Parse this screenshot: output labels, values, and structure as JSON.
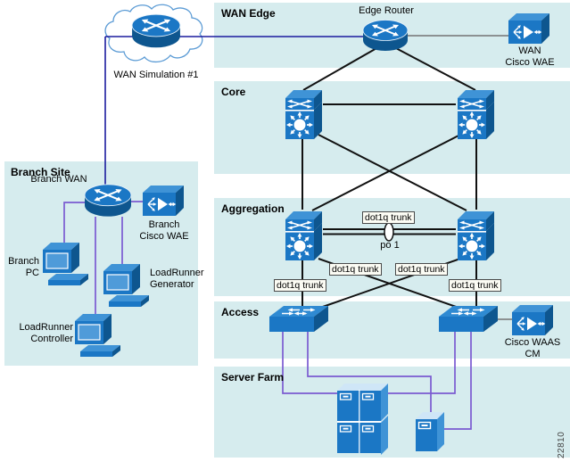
{
  "colors": {
    "band_bg": "#d6ecee",
    "icon_blue": "#1b77c5",
    "icon_blue_dark": "#0e568f",
    "icon_blue_light": "#3f93d6",
    "line_black": "#111111",
    "line_purple": "#7a5ad1",
    "line_navy": "#1b1b9e",
    "line_grey": "#737373"
  },
  "sections": {
    "wan_edge": "WAN Edge",
    "core": "Core",
    "aggregation": "Aggregation",
    "access": "Access",
    "server_farm": "Server Farm",
    "branch_site": "Branch Site"
  },
  "nodes": {
    "wan_cloud": "WAN Simulation #1",
    "edge_router": "Edge Router",
    "wan_wae": {
      "line1": "WAN",
      "line2": "Cisco WAE"
    },
    "waas_cm": {
      "line1": "Cisco WAAS",
      "line2": "CM"
    },
    "branch_wan": "Branch WAN",
    "branch_wae": {
      "line1": "Branch",
      "line2": "Cisco WAE"
    },
    "branch_pc": {
      "line1": "Branch",
      "line2": "PC"
    },
    "loadrunner_generator": {
      "line1": "LoadRunner",
      "line2": "Generator"
    },
    "loadrunner_controller": {
      "line1": "LoadRunner",
      "line2": "Controller"
    }
  },
  "links": {
    "trunk": "dot1q trunk",
    "port_channel": "po 1"
  },
  "figure_number": "22810"
}
